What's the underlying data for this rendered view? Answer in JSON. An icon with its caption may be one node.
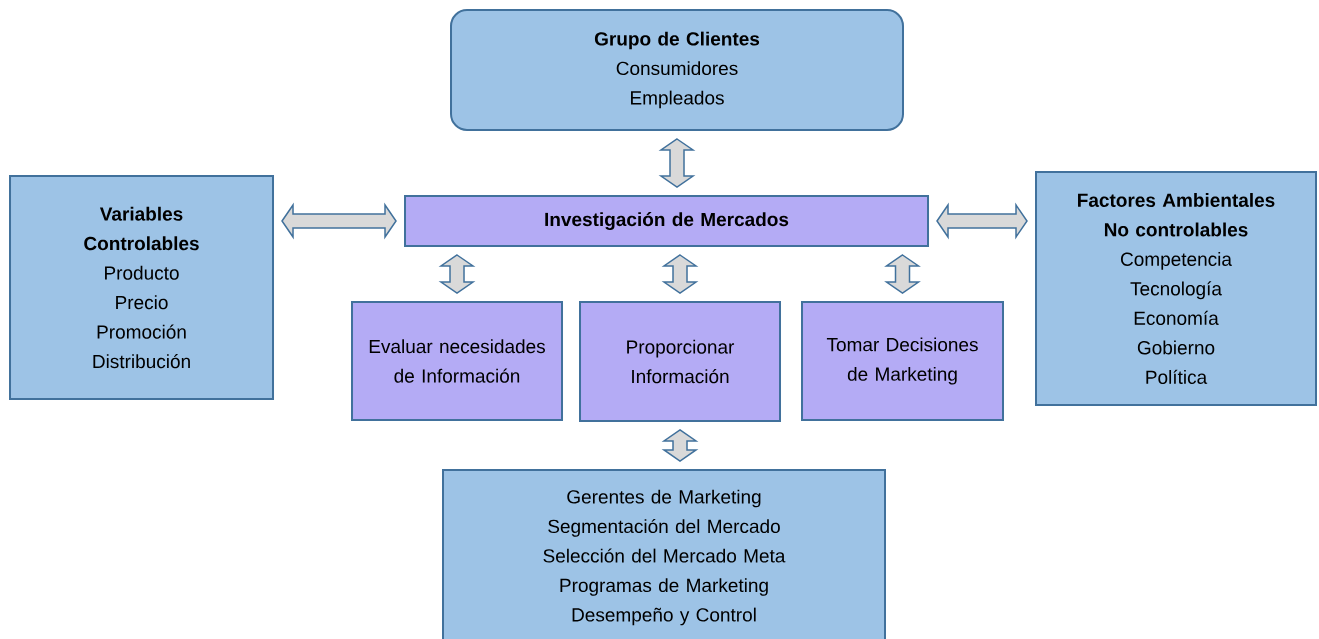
{
  "diagram": {
    "nodes": [
      {
        "text": [
          "Grupo de Clientes",
          "Consumidores",
          "Empleados"
        ]
      },
      {
        "text": [
          "Variables",
          "Controlables",
          "Producto",
          "Precio",
          "Promoción",
          "Distribución"
        ]
      },
      {
        "text": [
          "Investigación de Mercados"
        ]
      },
      {
        "text": [
          "Factores Ambientales",
          "No controlables",
          "Competencia",
          "Tecnología",
          "Economía",
          "Gobierno",
          "Política"
        ]
      },
      {
        "text": [
          "Evaluar necesidades de Información"
        ]
      },
      {
        "text": [
          "Proporcionar Información"
        ]
      },
      {
        "text": [
          "Tomar Decisiones de Marketing"
        ]
      },
      {
        "text": [
          "Gerentes de Marketing",
          "Segmentación del Mercado",
          "Selección del Mercado Meta",
          "Programas de Marketing",
          "Desempeño y Control"
        ]
      }
    ],
    "edges": [
      {
        "from": 0,
        "to": 2,
        "arrow": "both"
      },
      {
        "from": 1,
        "to": 2,
        "arrow": "both"
      },
      {
        "from": 2,
        "to": 3,
        "arrow": "both"
      },
      {
        "from": 2,
        "to": 4,
        "arrow": "both"
      },
      {
        "from": 2,
        "to": 5,
        "arrow": "both"
      },
      {
        "from": 2,
        "to": 6,
        "arrow": "both"
      },
      {
        "from": 5,
        "to": 7,
        "arrow": "both"
      }
    ]
  }
}
